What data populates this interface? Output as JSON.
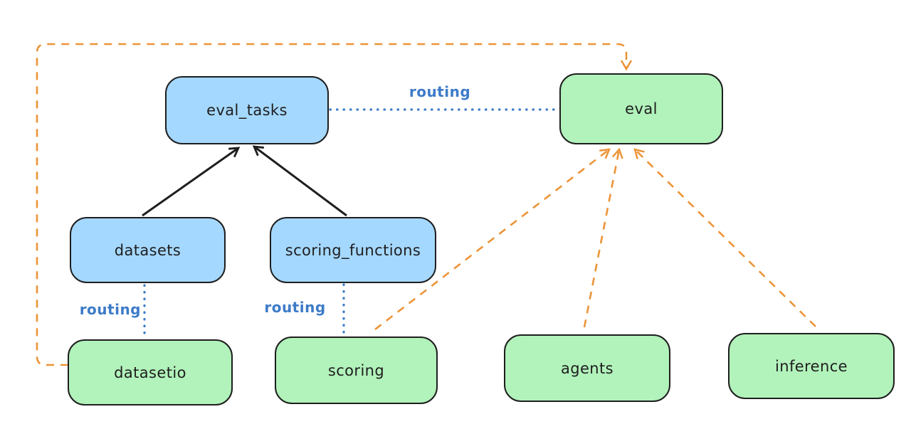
{
  "colors": {
    "bg": "#ffffff",
    "stroke": "#1e1e1e",
    "node_fill_blue": "#a5d8ff",
    "node_fill_green": "#b2f2bb",
    "routing_blue": "#3d7bc8",
    "arrow_orange": "#ec9438"
  },
  "nodes": [
    {
      "id": "eval_tasks",
      "label": "eval_tasks",
      "fill": "blue"
    },
    {
      "id": "eval",
      "label": "eval",
      "fill": "green"
    },
    {
      "id": "datasets",
      "label": "datasets",
      "fill": "blue"
    },
    {
      "id": "scoring_functions",
      "label": "scoring_functions",
      "fill": "blue"
    },
    {
      "id": "datasetio",
      "label": "datasetio",
      "fill": "green"
    },
    {
      "id": "scoring",
      "label": "scoring",
      "fill": "green"
    },
    {
      "id": "agents",
      "label": "agents",
      "fill": "green"
    },
    {
      "id": "inference",
      "label": "inference",
      "fill": "green"
    }
  ],
  "edges": [
    {
      "from": "datasets",
      "to": "eval_tasks",
      "style": "solid-black-arrow",
      "label": ""
    },
    {
      "from": "scoring_functions",
      "to": "eval_tasks",
      "style": "solid-black-arrow",
      "label": ""
    },
    {
      "from": "eval_tasks",
      "to": "eval",
      "style": "dotted-blue",
      "label": "routing"
    },
    {
      "from": "datasets",
      "to": "datasetio",
      "style": "dotted-blue",
      "label": "routing"
    },
    {
      "from": "scoring_functions",
      "to": "scoring",
      "style": "dotted-blue",
      "label": "routing"
    },
    {
      "from": "datasetio",
      "to": "eval",
      "style": "dashed-orange-arrow",
      "label": ""
    },
    {
      "from": "scoring",
      "to": "eval",
      "style": "dashed-orange-arrow",
      "label": ""
    },
    {
      "from": "agents",
      "to": "eval",
      "style": "dashed-orange-arrow",
      "label": ""
    },
    {
      "from": "inference",
      "to": "eval",
      "style": "dashed-orange-arrow",
      "label": ""
    }
  ]
}
